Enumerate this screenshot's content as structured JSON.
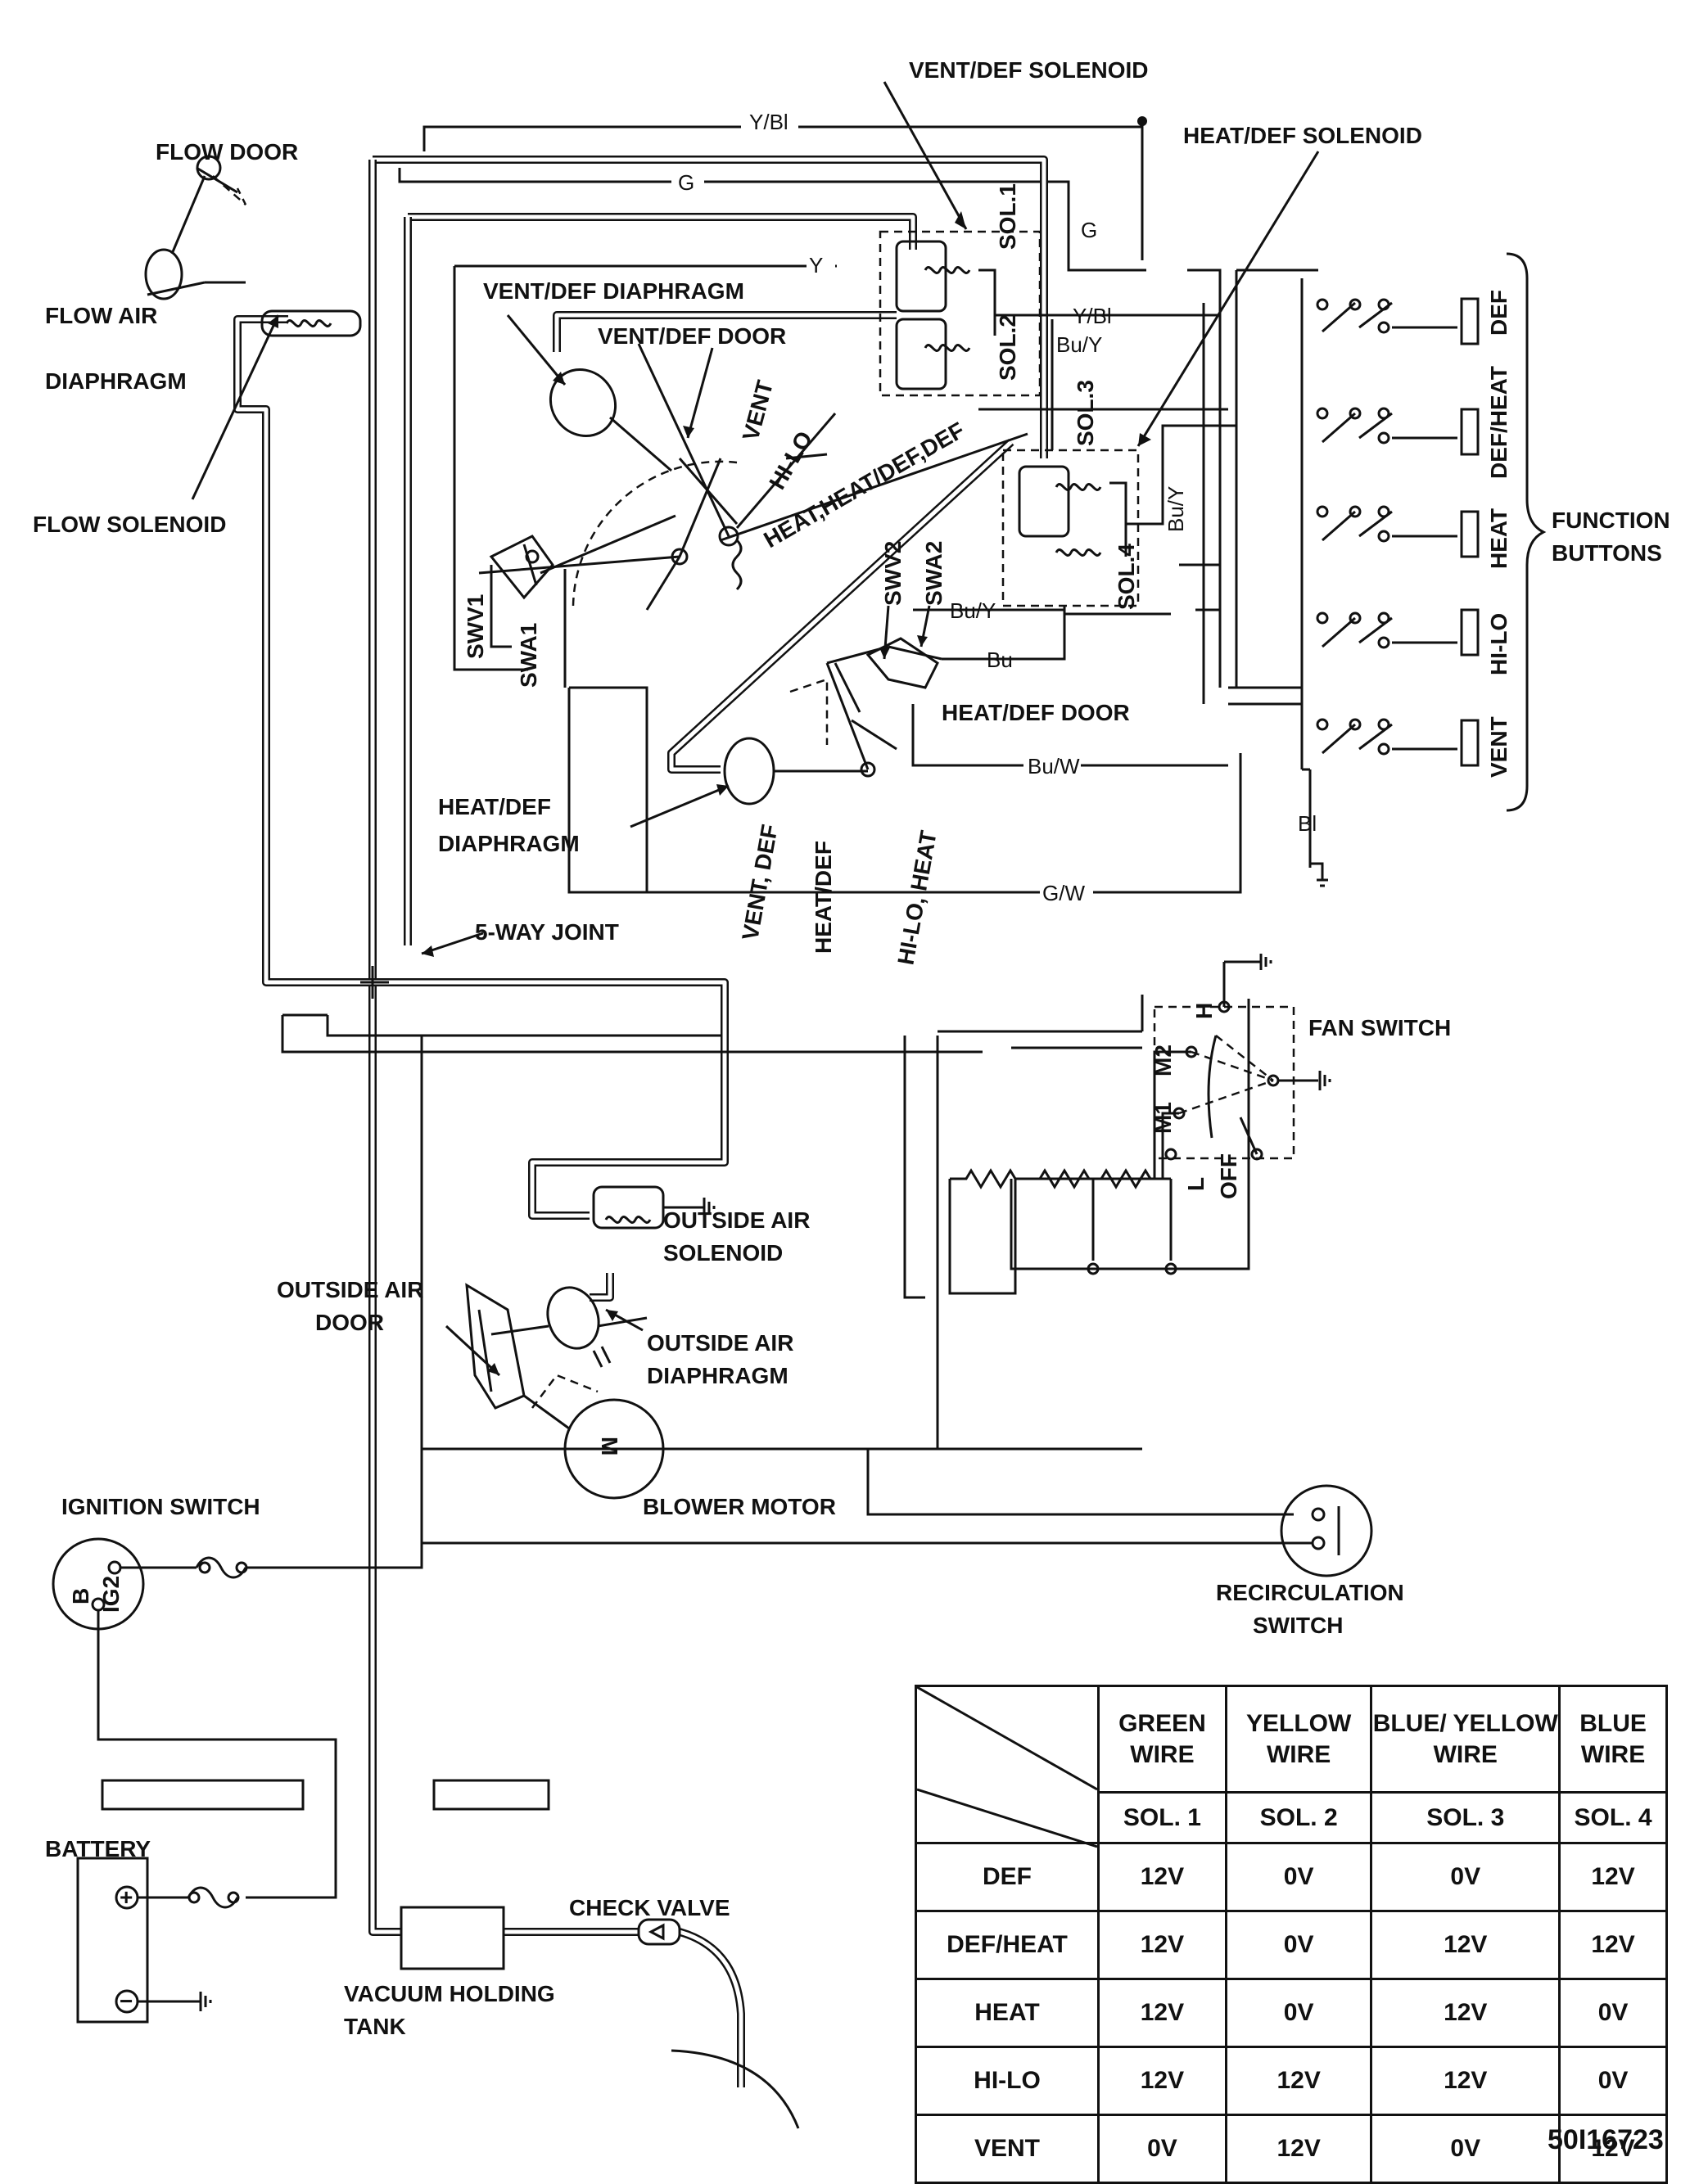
{
  "labels": {
    "flow_door": "FLOW DOOR",
    "flow_air_diaphragm_1": "FLOW AIR",
    "flow_air_diaphragm_2": "DIAPHRAGM",
    "flow_solenoid": "FLOW SOLENOID",
    "vent_def_solenoid": "VENT/DEF  SOLENOID",
    "heat_def_solenoid": "HEAT/DEF SOLENOID",
    "vent_def_diaphragm": "VENT/DEF DIAPHRAGM",
    "vent_def_door": "VENT/DEF DOOR",
    "vent": "VENT",
    "hi_lo": "HI-LO",
    "heat_heat_def_def": "HEAT,HEAT/DEF,DEF",
    "sol1": "SOL.1",
    "sol2": "SOL.2",
    "sol3": "SOL.3",
    "sol4": "SOL.4",
    "swv1": "SWV1",
    "swa1": "SWA1",
    "swv2": "SWV2",
    "swa2": "SWA2",
    "heat_def_door": "HEAT/DEF DOOR",
    "heat_def_diaphragm_1": "HEAT/DEF",
    "heat_def_diaphragm_2": "DIAPHRAGM",
    "vent_def_pos": "VENT, DEF",
    "heat_def_pos": "HEAT/DEF",
    "hilo_heat_pos": "HI-LO, HEAT",
    "five_way_joint": "5-WAY JOINT",
    "function_buttons_1": "FUNCTION",
    "function_buttons_2": "BUTTONS",
    "btn_def": "DEF",
    "btn_def_heat": "DEF/HEAT",
    "btn_heat": "HEAT",
    "btn_hilo": "HI-LO",
    "btn_vent": "VENT",
    "fan_switch": "FAN SWITCH",
    "fan_h": "H",
    "fan_m2": "M2",
    "fan_m1": "M1",
    "fan_l": "L",
    "fan_off": "OFF",
    "outside_air_solenoid_1": "OUTSIDE AIR",
    "outside_air_solenoid_2": "SOLENOID",
    "outside_air_door_1": "OUTSIDE AIR",
    "outside_air_door_2": "DOOR",
    "outside_air_diaphragm_1": "OUTSIDE AIR",
    "outside_air_diaphragm_2": "DIAPHRAGM",
    "blower_motor": "BLOWER MOTOR",
    "motor_m": "M",
    "ignition_switch": "IGNITION SWITCH",
    "ign_b": "B",
    "ign_ig2": "IG2",
    "recirculation_switch_1": "RECIRCULATION",
    "recirculation_switch_2": "SWITCH",
    "battery": "BATTERY",
    "bat_plus": "+",
    "bat_minus": "−",
    "check_valve": "CHECK VALVE",
    "vacuum_tank_1": "VACUUM HOLDING",
    "vacuum_tank_2": "TANK",
    "figure_id": "50I16723"
  },
  "wires": {
    "y_bl": "Y/Bl",
    "g": "G",
    "g2": "G",
    "y": "Y",
    "y_bl2": "Y/Bl",
    "bu_y": "Bu/Y",
    "bu_y2": "Bu/Y",
    "bu_y3": "Bu/Y",
    "bu": "Bu",
    "bu_w": "Bu/W",
    "g_w": "G/W",
    "bl": "Bl"
  },
  "table": {
    "headers": [
      "GREEN WIRE",
      "YELLOW WIRE",
      "BLUE/ YELLOW WIRE",
      "BLUE WIRE"
    ],
    "sol_headers": [
      "SOL. 1",
      "SOL. 2",
      "SOL. 3",
      "SOL. 4"
    ],
    "rows": [
      {
        "mode": "DEF",
        "values": [
          "12V",
          "0V",
          "0V",
          "12V"
        ]
      },
      {
        "mode": "DEF/HEAT",
        "values": [
          "12V",
          "0V",
          "12V",
          "12V"
        ]
      },
      {
        "mode": "HEAT",
        "values": [
          "12V",
          "0V",
          "12V",
          "0V"
        ]
      },
      {
        "mode": "HI-LO",
        "values": [
          "12V",
          "12V",
          "12V",
          "0V"
        ]
      },
      {
        "mode": "VENT",
        "values": [
          "0V",
          "12V",
          "0V",
          "12V"
        ]
      }
    ]
  }
}
